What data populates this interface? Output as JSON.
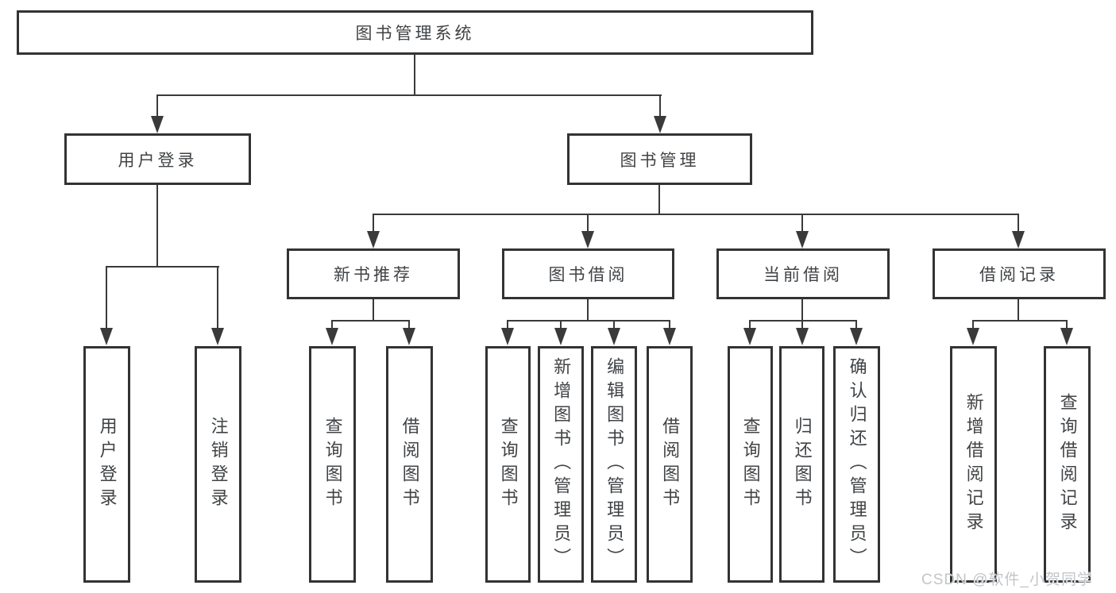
{
  "tree": {
    "root": "图书管理系统",
    "branches": [
      {
        "label": "用户登录",
        "children": [
          {
            "label": "用户登录"
          },
          {
            "label": "注销登录"
          }
        ]
      },
      {
        "label": "图书管理",
        "children": [
          {
            "label": "新书推荐",
            "children": [
              {
                "label": "查询图书"
              },
              {
                "label": "借阅图书"
              }
            ]
          },
          {
            "label": "图书借阅",
            "children": [
              {
                "label": "查询图书"
              },
              {
                "label": "新增图书（管理员）"
              },
              {
                "label": "编辑图书（管理员）"
              },
              {
                "label": "借阅图书"
              }
            ]
          },
          {
            "label": "当前借阅",
            "children": [
              {
                "label": "查询图书"
              },
              {
                "label": "归还图书"
              },
              {
                "label": "确认归还（管理员）"
              }
            ]
          },
          {
            "label": "借阅记录",
            "children": [
              {
                "label": "新增借阅记录"
              },
              {
                "label": "查询借阅记录"
              }
            ]
          }
        ]
      }
    ]
  },
  "watermark": {
    "text": "CSDN @软件_小贺同学"
  },
  "colors": {
    "line": "#3a3a3a",
    "box_border": "#333333",
    "text": "#404346",
    "watermark": "#c2c5c9",
    "background": "#ffffff"
  }
}
